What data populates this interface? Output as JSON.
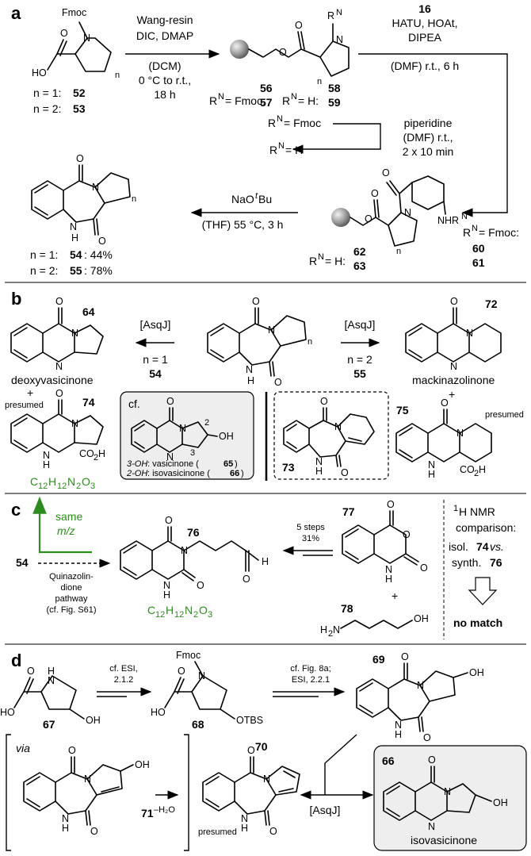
{
  "panels": {
    "a": {
      "label": "a",
      "reagents_1_top": [
        "Wang-resin",
        "DIC, DMAP"
      ],
      "reagents_1_bottom": [
        "(DCM)",
        "0 °C to r.t.,",
        "18 h"
      ],
      "start_labels": [
        "n = 1:",
        "52",
        "n = 2:",
        "53"
      ],
      "resin_fmoc": [
        "R",
        "N",
        " = Fmoc:",
        "56",
        "57"
      ],
      "resin_h": [
        "R",
        "N",
        " = H:",
        "58",
        "59"
      ],
      "reagent_16": "16",
      "reagents_2": [
        "HATU, HOAt,",
        "DIPEA"
      ],
      "reagents_2_bottom": "(DMF) r.t., 6 h",
      "deprot": [
        "piperidine",
        "(DMF) r.t.,",
        "2 x 10 min"
      ],
      "deprot_labels": [
        "R",
        "N",
        " = Fmoc",
        "R",
        "N",
        " = H"
      ],
      "cyclization_top": [
        "NaO",
        "t",
        "Bu"
      ],
      "cyclization_bottom": "(THF) 55 °C, 3 h",
      "products": [
        "n = 1:",
        "54",
        ": 44%",
        "n = 2:",
        "55",
        ": 78%"
      ],
      "resin_amide_h": [
        "R",
        "N",
        " = H:",
        "62",
        "63"
      ],
      "amide_fmoc": [
        "R",
        "N",
        " = Fmoc:",
        "60",
        "61"
      ],
      "atoms": [
        "Fmoc",
        "N",
        "HO",
        "O",
        "R",
        "N",
        "n",
        "N",
        "O",
        "O",
        "N",
        "NHR",
        "N",
        "O",
        "O",
        "n",
        "O",
        "N",
        "N",
        "H",
        "O",
        "n"
      ]
    },
    "b": {
      "label": "b",
      "left_reagent": "[AsqJ]",
      "left_cond": [
        "n = 1",
        "54"
      ],
      "right_reagent": "[AsqJ]",
      "right_cond": [
        "n = 2",
        "55"
      ],
      "cmp_64": "64",
      "name_64": "deoxyvasicinone",
      "plus": "+",
      "presumed": "presumed",
      "cmp_74": "74",
      "formula_74": [
        "C",
        "12",
        "H",
        "12",
        "N",
        "2",
        "O",
        "3"
      ],
      "cmp_72": "72",
      "name_72": "mackinazolinone",
      "cmp_75": "75",
      "cmp_73": "73",
      "cf_box": {
        "title": "cf.",
        "line1": [
          "3-OH",
          ": vasicinone (",
          "65",
          ")"
        ],
        "line2": [
          "2-OH",
          ": isovasicinone (",
          "66",
          ")"
        ],
        "pos2": "2",
        "pos3": "3",
        "oh": "OH"
      }
    },
    "c": {
      "label": "c",
      "same_mz": [
        "same",
        "m/z"
      ],
      "start": "54",
      "pathway": [
        "Quinazolin-",
        "dione",
        "pathway",
        "(cf. Fig. S61)"
      ],
      "cmp_76": "76",
      "formula_76": [
        "C",
        "12",
        "H",
        "12",
        "N",
        "2",
        "O",
        "3"
      ],
      "steps": [
        "5 steps",
        "31%"
      ],
      "cmp_77": "77",
      "cmp_78": "78",
      "nmr": [
        "1",
        "H NMR",
        "comparison:",
        "isol. ",
        "74",
        " vs.",
        "synth. ",
        "76",
        "no match"
      ]
    },
    "d": {
      "label": "d",
      "step1": [
        "cf. ESI,",
        "2.1.2"
      ],
      "step2": [
        "cf. Fig. 8a;",
        "ESI, 2.2.1"
      ],
      "cmp_67": "67",
      "cmp_68": "68",
      "otbs": "OTBS",
      "cmp_69": "69",
      "via": "via",
      "cmp_71": "71",
      "minus_h2o": "–H₂O",
      "cmp_70": "70",
      "presumed": "presumed",
      "asqj": "[AsqJ]",
      "cmp_66": "66",
      "name_66": "isovasicinone"
    }
  }
}
